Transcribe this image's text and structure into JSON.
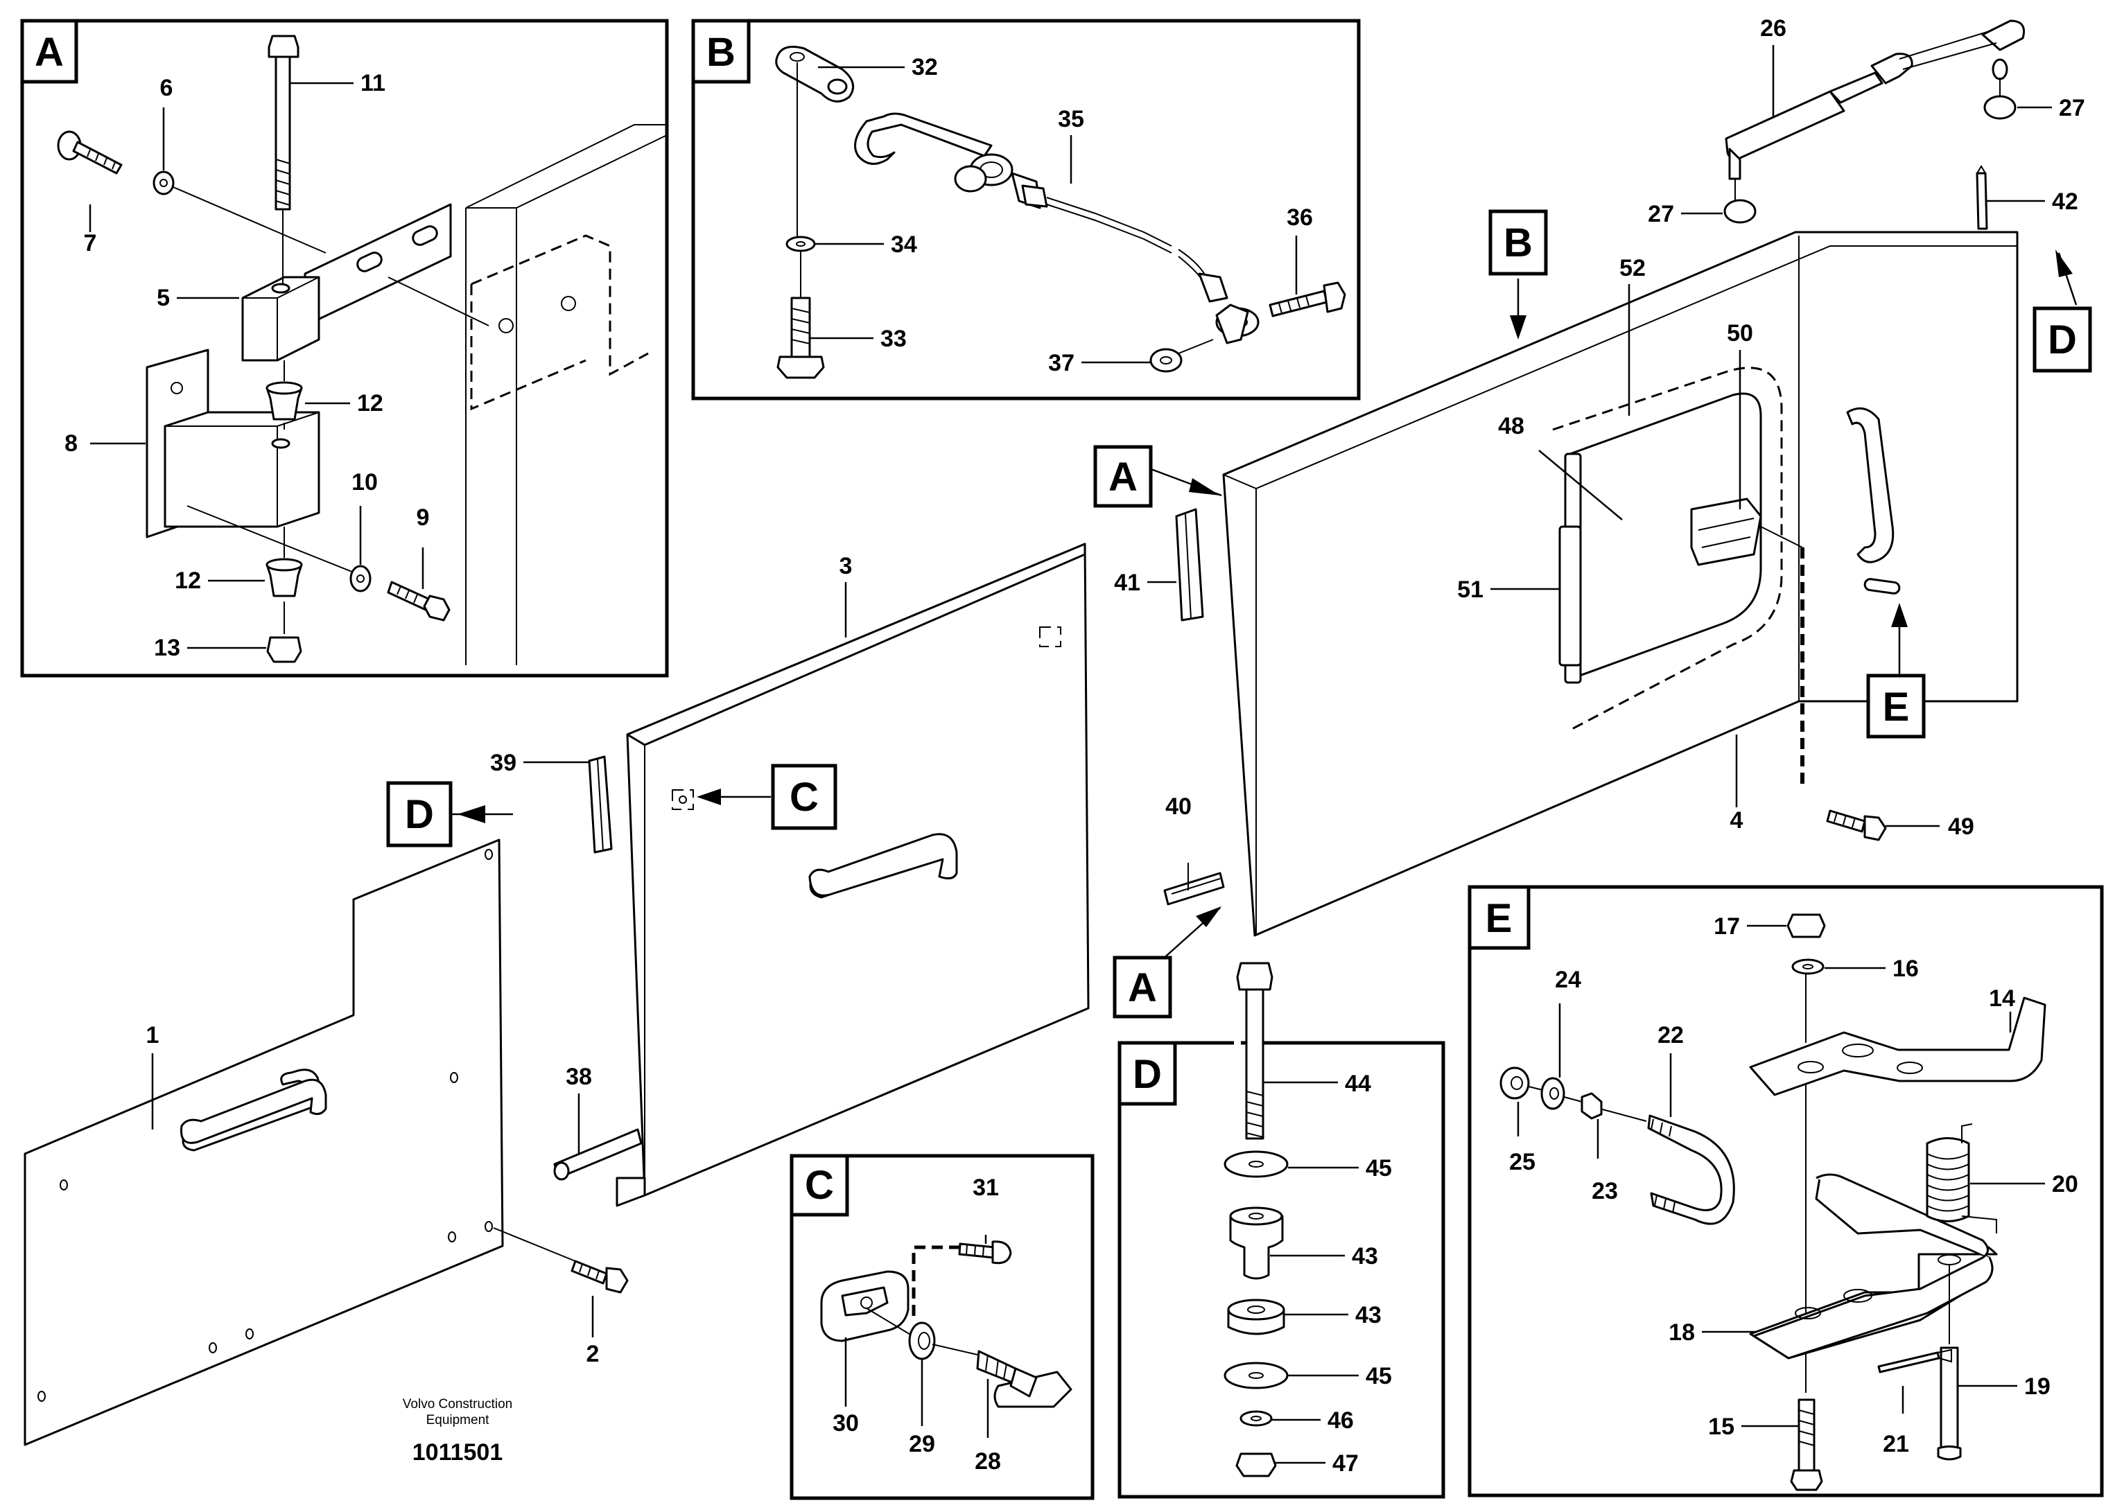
{
  "caption": {
    "line1": "Volvo Construction",
    "line2": "Equipment",
    "code": "1011501"
  },
  "letters": {
    "A": "A",
    "B": "B",
    "C": "C",
    "D": "D",
    "E": "E"
  },
  "parts": {
    "p1": "1",
    "p2": "2",
    "p3": "3",
    "p4": "4",
    "p5": "5",
    "p6": "6",
    "p7": "7",
    "p8": "8",
    "p9": "9",
    "p10": "10",
    "p11": "11",
    "p12": "12",
    "p13": "13",
    "p14": "14",
    "p15": "15",
    "p16": "16",
    "p17": "17",
    "p18": "18",
    "p19": "19",
    "p20": "20",
    "p21": "21",
    "p22": "22",
    "p23": "23",
    "p24": "24",
    "p25": "25",
    "p26": "26",
    "p27": "27",
    "p28": "28",
    "p29": "29",
    "p30": "30",
    "p31": "31",
    "p32": "32",
    "p33": "33",
    "p34": "34",
    "p35": "35",
    "p36": "36",
    "p37": "37",
    "p38": "38",
    "p39": "39",
    "p40": "40",
    "p41": "41",
    "p42": "42",
    "p43": "43",
    "p44": "44",
    "p45": "45",
    "p46": "46",
    "p47": "47",
    "p48": "48",
    "p49": "49",
    "p50": "50",
    "p51": "51",
    "p52": "52"
  }
}
